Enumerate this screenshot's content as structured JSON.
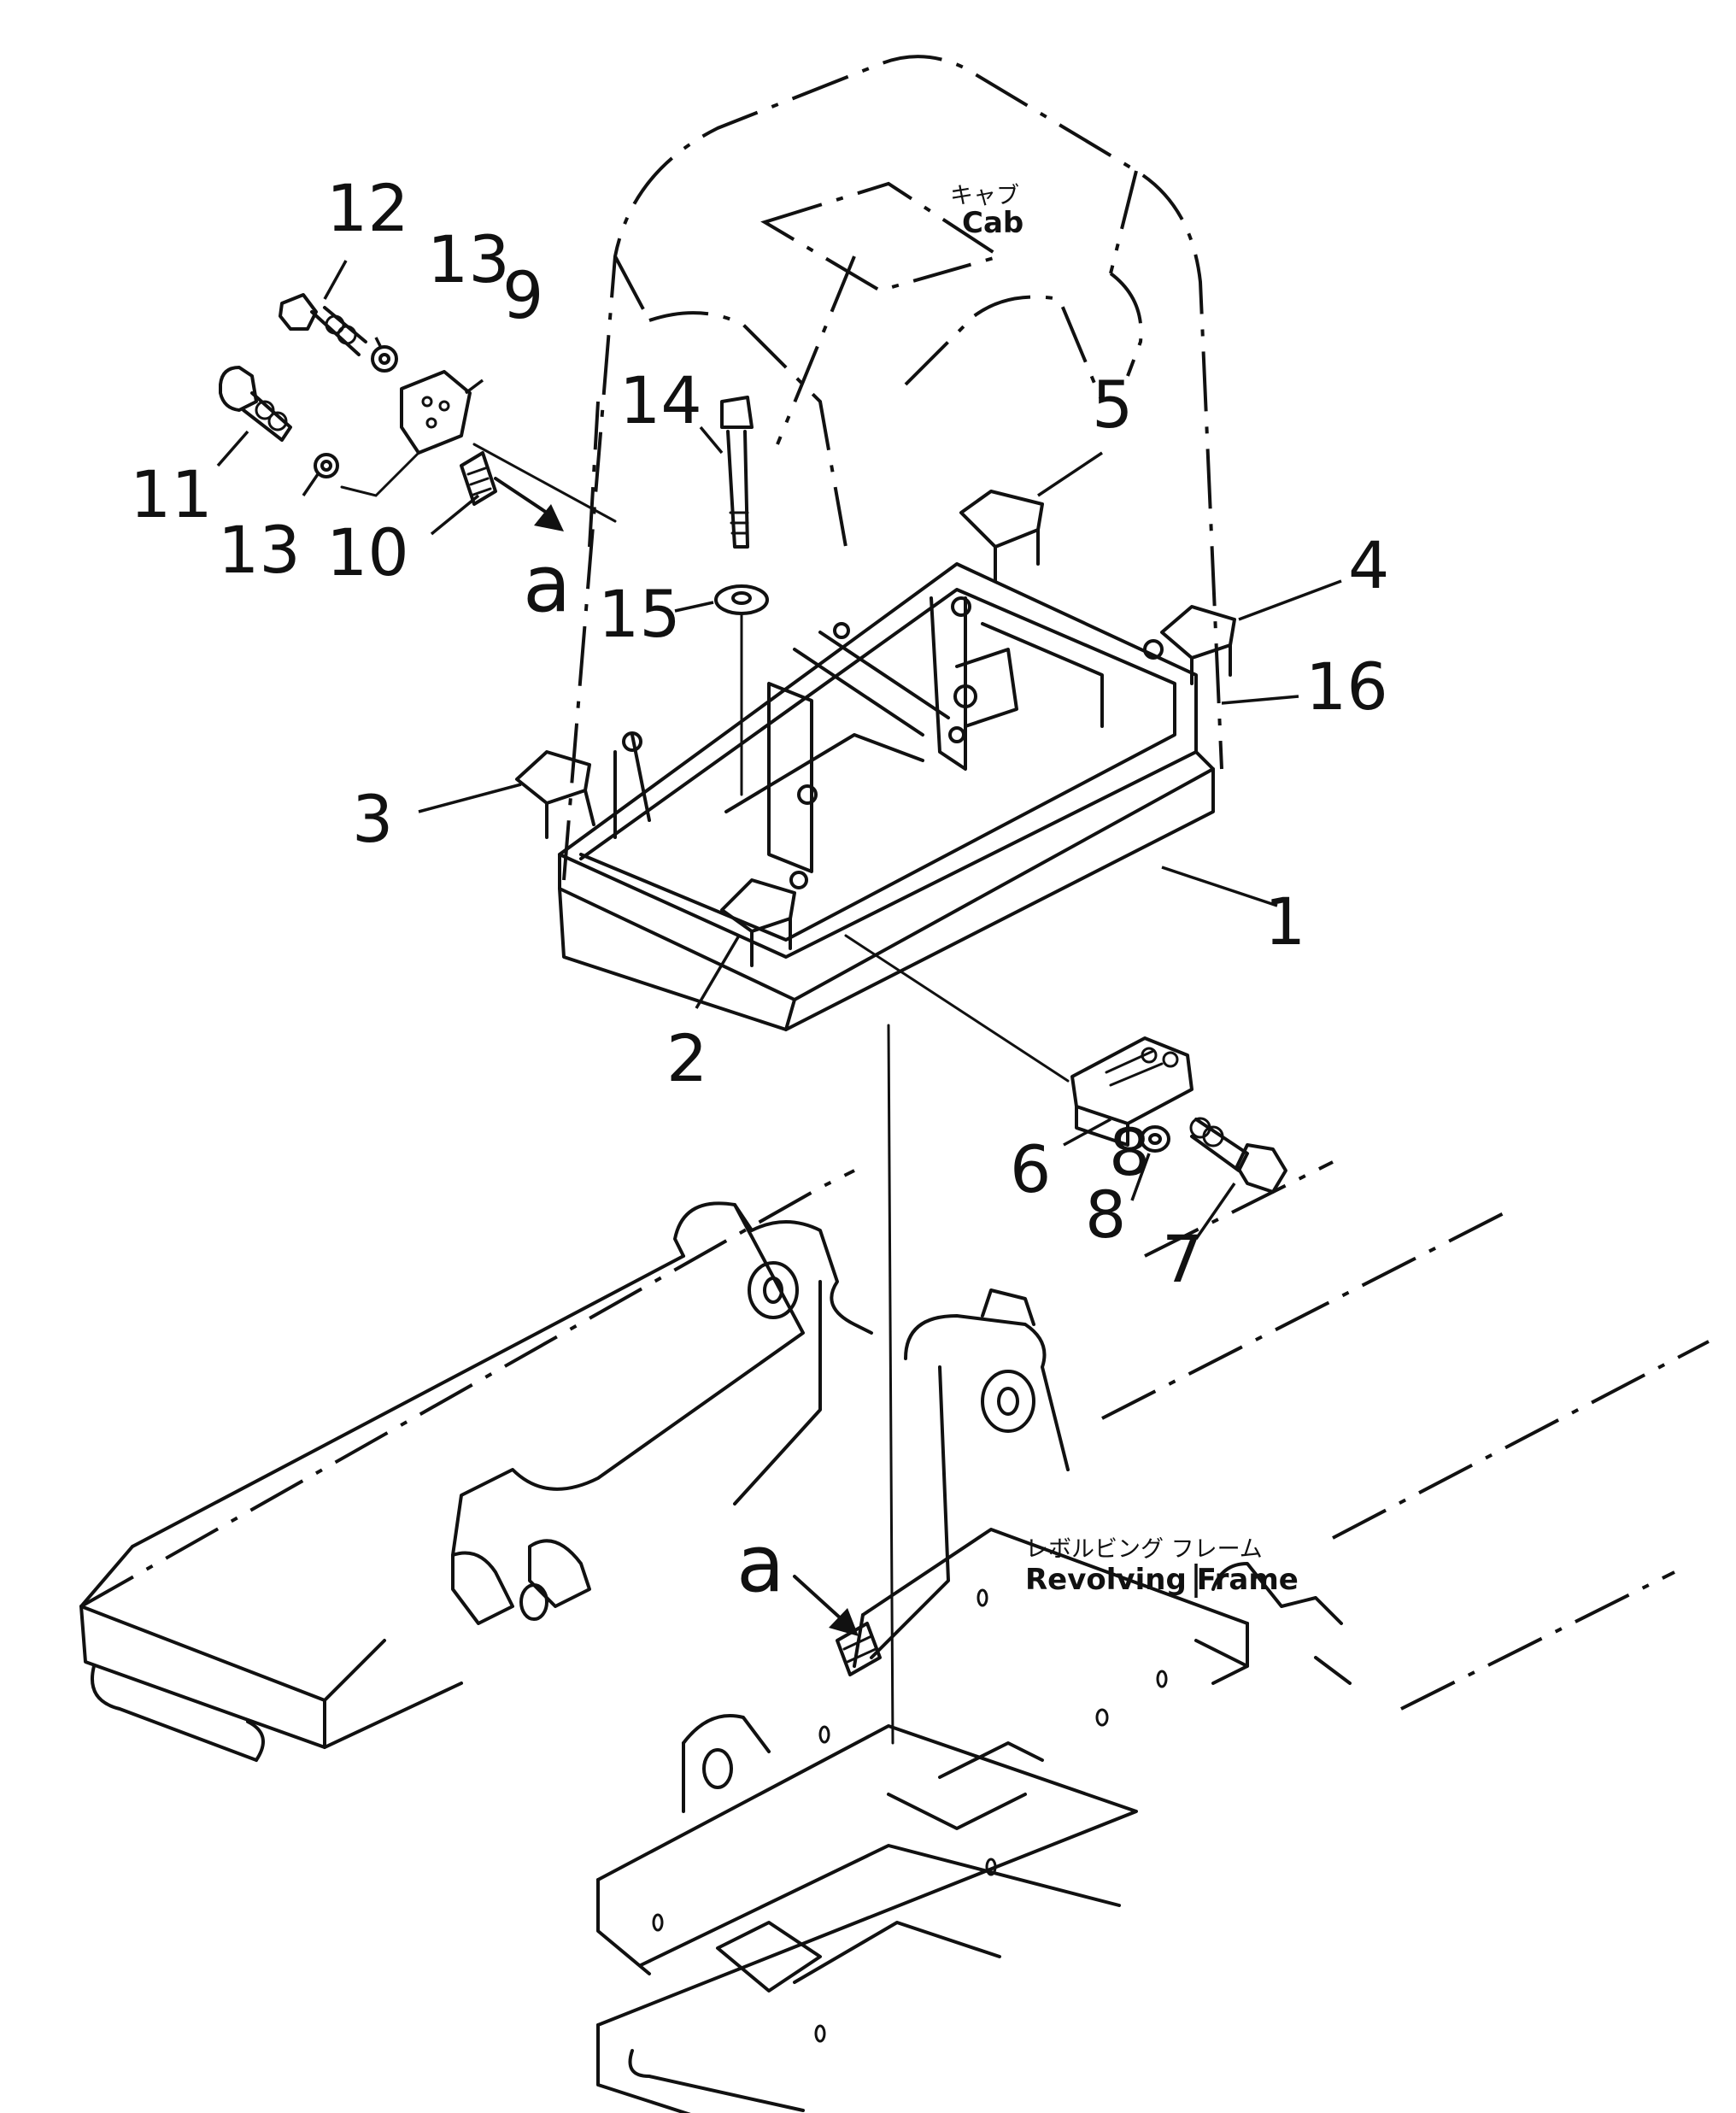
{
  "labels": {
    "cab_jp": "キャブ",
    "cab_en": "Cab",
    "frame_jp": "レボルビング フレーム",
    "frame_en": "Revolving Frame",
    "view_a_top": "a",
    "view_a_bottom": "a"
  },
  "callouts": [
    "1",
    "2",
    "3",
    "4",
    "5",
    "6",
    "7",
    "8",
    "8",
    "9",
    "10",
    "11",
    "12",
    "13",
    "13",
    "14",
    "15",
    "16"
  ]
}
